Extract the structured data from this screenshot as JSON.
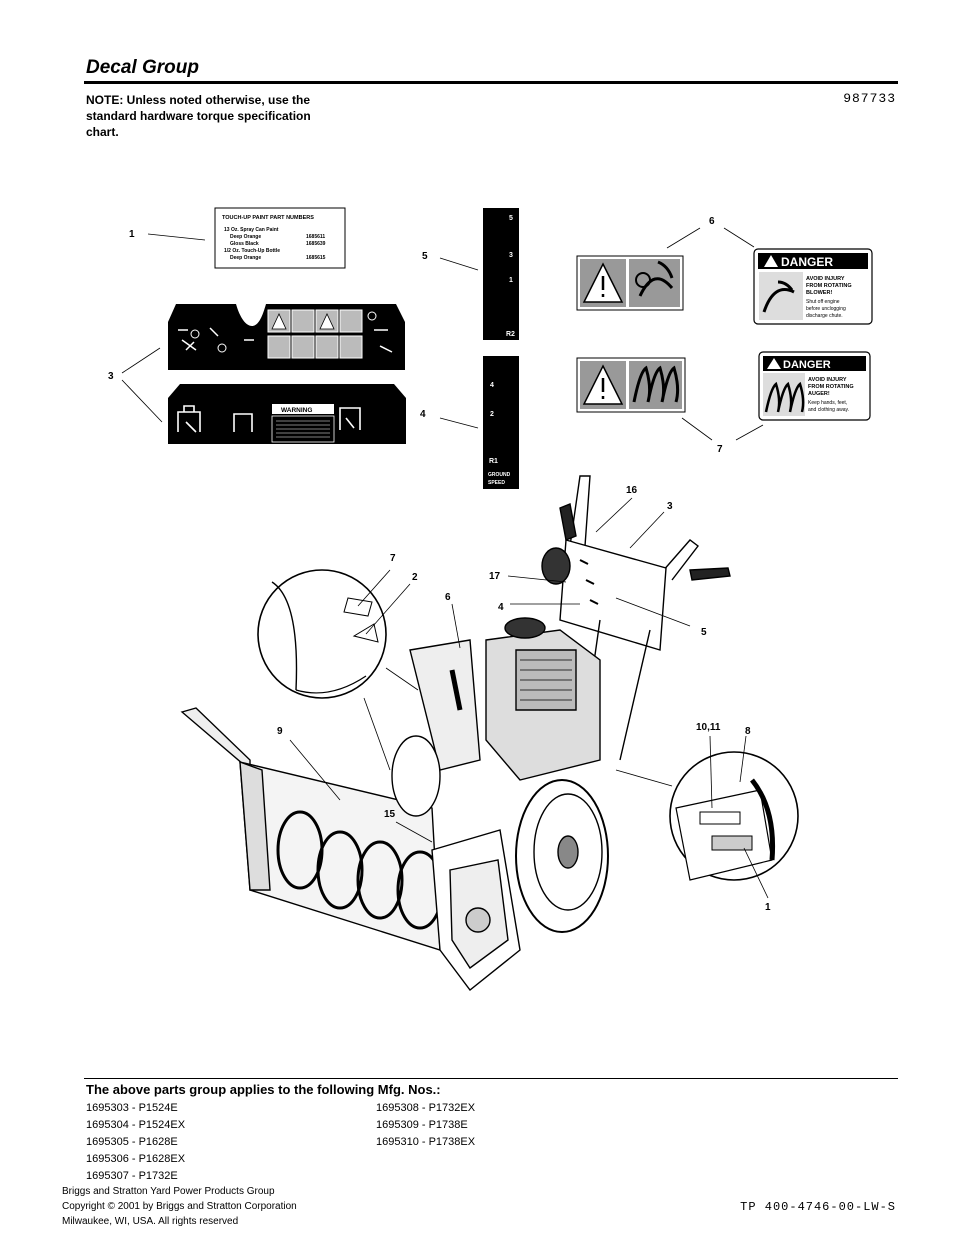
{
  "header": {
    "title": "Decal Group",
    "note": "NOTE: Unless noted otherwise, use the standard hardware torque specification chart.",
    "doc_number": "987733"
  },
  "touchup_decal": {
    "heading": "TOUCH-UP PAINT PART NUMBERS",
    "line1": "13 Oz. Spray Can Paint",
    "line2_label": "Deep Orange",
    "line2_num": "1685611",
    "line3_label": "Gloss Black",
    "line3_num": "1685639",
    "line4": "1/2 Oz. Touch-Up Bottle",
    "line5_label": "Deep Orange",
    "line5_num": "1685615"
  },
  "speed_decals": {
    "reverse_marks": [
      "5",
      "3",
      "1",
      "R2"
    ],
    "forward_marks": [
      "4",
      "2",
      "R1",
      "GROUND",
      "SPEED"
    ]
  },
  "danger_decals": [
    {
      "heading": "DANGER",
      "text": [
        "AVOID INJURY",
        "FROM ROTATING",
        "BLOWER!",
        "Shut off engine",
        "before unclogging",
        "discharge chute."
      ]
    },
    {
      "heading": "DANGER",
      "text": [
        "AVOID INJURY",
        "FROM ROTATING",
        "AUGER!",
        "Keep hands, feet,",
        "and clothing away."
      ]
    }
  ],
  "warning_decal": {
    "heading": "WARNING"
  },
  "callouts": {
    "c1": "1",
    "c3": "3",
    "c5": "5",
    "c4": "4",
    "c6": "6",
    "c7": "7",
    "m16": "16",
    "m3": "3",
    "m7": "7",
    "m2": "2",
    "m17": "17",
    "m6": "6",
    "m4": "4",
    "m5": "5",
    "m9": "9",
    "m1011": "10,11",
    "m8": "8",
    "m15": "15",
    "m1": "1"
  },
  "footer": {
    "applies_heading": "The above parts group applies to the following Mfg. Nos.:",
    "mfg_col1": [
      "1695303 - P1524E",
      "1695304 - P1524EX",
      "1695305 - P1628E",
      "1695306 - P1628EX",
      "1695307 - P1732E"
    ],
    "mfg_col2": [
      "1695308 - P1732EX",
      "1695309 - P1738E",
      "1695310 - P1738EX"
    ],
    "company": [
      "Briggs and Stratton Yard Power Products Group",
      "Copyright © 2001 by Briggs and Stratton Corporation",
      "Milwaukee, WI, USA. All rights reserved"
    ],
    "tp_number": "TP 400-4746-00-LW-S"
  }
}
